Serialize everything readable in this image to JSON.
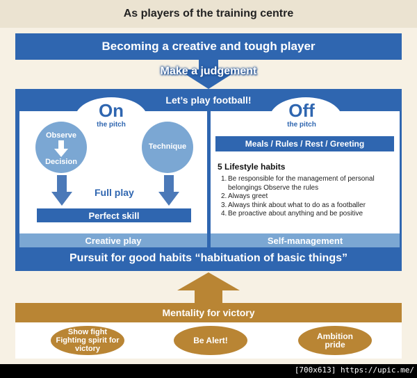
{
  "title": "As players of the training centre",
  "top_banner": "Becoming a creative and tough player",
  "judgement": "Make a judgement",
  "lets_play": "Let’s play football!",
  "on": {
    "title": "On",
    "subtitle": "the pitch",
    "circle1_top": "Observe",
    "circle1_bottom": "Decision",
    "circle2": "Technique",
    "full_play": "Full play",
    "perfect_skill": "Perfect skill",
    "footer": "Creative play"
  },
  "off": {
    "title": "Off",
    "subtitle": "the pitch",
    "meals": "Meals / Rules / Rest / Greeting",
    "habits_title": "5 Lifestyle habits",
    "habits": [
      {
        "num": "1.",
        "line1": "Be responsible for the management of personal",
        "line2": "belongings Observe the rules"
      },
      {
        "num": "2.",
        "line1": "Always greet"
      },
      {
        "num": "3.",
        "line1": "Always think about what to do as a footballer"
      },
      {
        "num": "4.",
        "line1": "Be proactive about anything and be positive"
      }
    ],
    "footer": "Self-management"
  },
  "pursuit": "Pursuit for good habits “habituation of  basic things”",
  "mentality": "Mentality for victory",
  "ovals": [
    {
      "line1": "Show fight",
      "line2": "Fighting spirit for",
      "line3": "victory"
    },
    {
      "line1": "Be Alert!"
    },
    {
      "line1": "Ambition",
      "line2": "pride"
    }
  ],
  "watermark": "[700x613] https://upic.me/",
  "colors": {
    "blue": "#2f66b0",
    "light_blue": "#7ba7d3",
    "gold": "#b98534",
    "cream": "#f7f1e4"
  }
}
